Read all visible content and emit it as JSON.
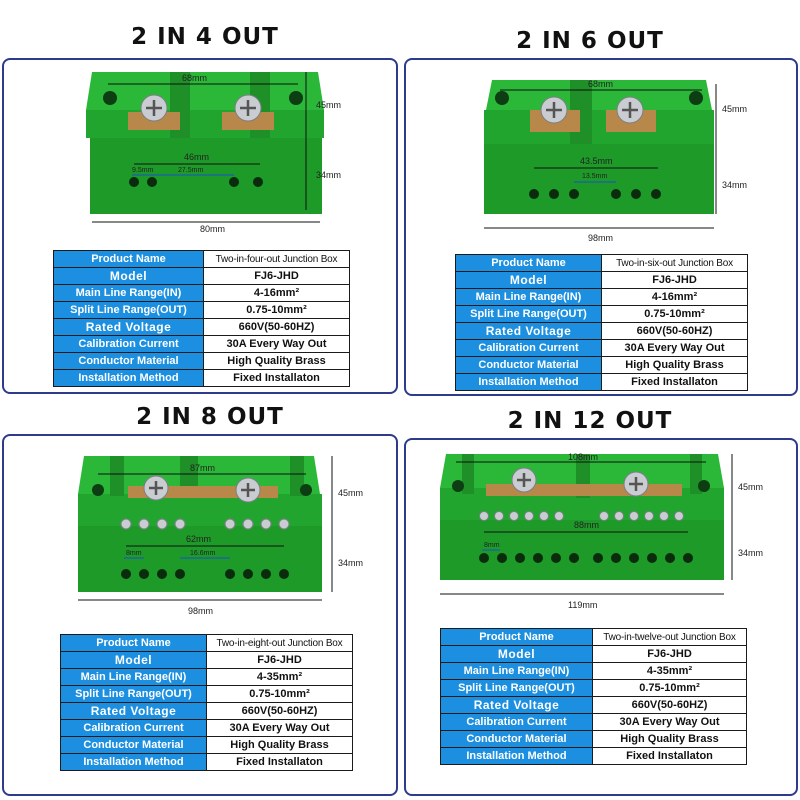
{
  "colors": {
    "panel_border": "#2e3b8c",
    "key_cell": "#1c8fe0",
    "box_green": "#21a82c"
  },
  "labels": [
    "Product Name",
    "Model",
    "Main Line Range(IN)",
    "Split Line Range(OUT)",
    "Rated Voltage",
    "Calibration Current",
    "Conductor Material",
    "Installation Method"
  ],
  "products": [
    {
      "heading": "2 IN 4 OUT",
      "dims": {
        "top": "68mm",
        "holes": "46mm",
        "left_gap": "9.5mm",
        "mid_gap": "27.5mm",
        "h1": "45mm",
        "h2": "34mm",
        "width": "80mm"
      },
      "specs": [
        "Two-in-four-out Junction Box",
        "FJ6-JHD",
        "4-16mm²",
        "0.75-10mm²",
        "660V(50-60HZ)",
        "30A Every Way Out",
        "High Quality Brass",
        "Fixed Installaton"
      ]
    },
    {
      "heading": "2 IN 6 OUT",
      "dims": {
        "top": "68mm",
        "holes": "43.5mm",
        "mid_gap": "13.5mm",
        "h1": "45mm",
        "h2": "34mm",
        "width": "98mm"
      },
      "specs": [
        "Two-in-six-out Junction Box",
        "FJ6-JHD",
        "4-16mm²",
        "0.75-10mm²",
        "660V(50-60HZ)",
        "30A Every Way Out",
        "High Quality Brass",
        "Fixed Installaton"
      ]
    },
    {
      "heading": "2 IN 8 OUT",
      "dims": {
        "top": "87mm",
        "holes": "62mm",
        "left_gap": "8mm",
        "mid_gap": "16.6mm",
        "h1": "45mm",
        "h2": "34mm",
        "width": "98mm"
      },
      "specs": [
        "Two-in-eight-out Junction Box",
        "FJ6-JHD",
        "4-35mm²",
        "0.75-10mm²",
        "660V(50-60HZ)",
        "30A Every Way Out",
        "High Quality Brass",
        "Fixed Installaton"
      ]
    },
    {
      "heading": "2 IN 12 OUT",
      "dims": {
        "top": "108mm",
        "holes": "88mm",
        "left_gap": "8mm",
        "h1": "45mm",
        "h2": "34mm",
        "width": "119mm"
      },
      "specs": [
        "Two-in-twelve-out Junction Box",
        "FJ6-JHD",
        "4-35mm²",
        "0.75-10mm²",
        "660V(50-60HZ)",
        "30A Every Way Out",
        "High Quality Brass",
        "Fixed Installaton"
      ]
    }
  ]
}
